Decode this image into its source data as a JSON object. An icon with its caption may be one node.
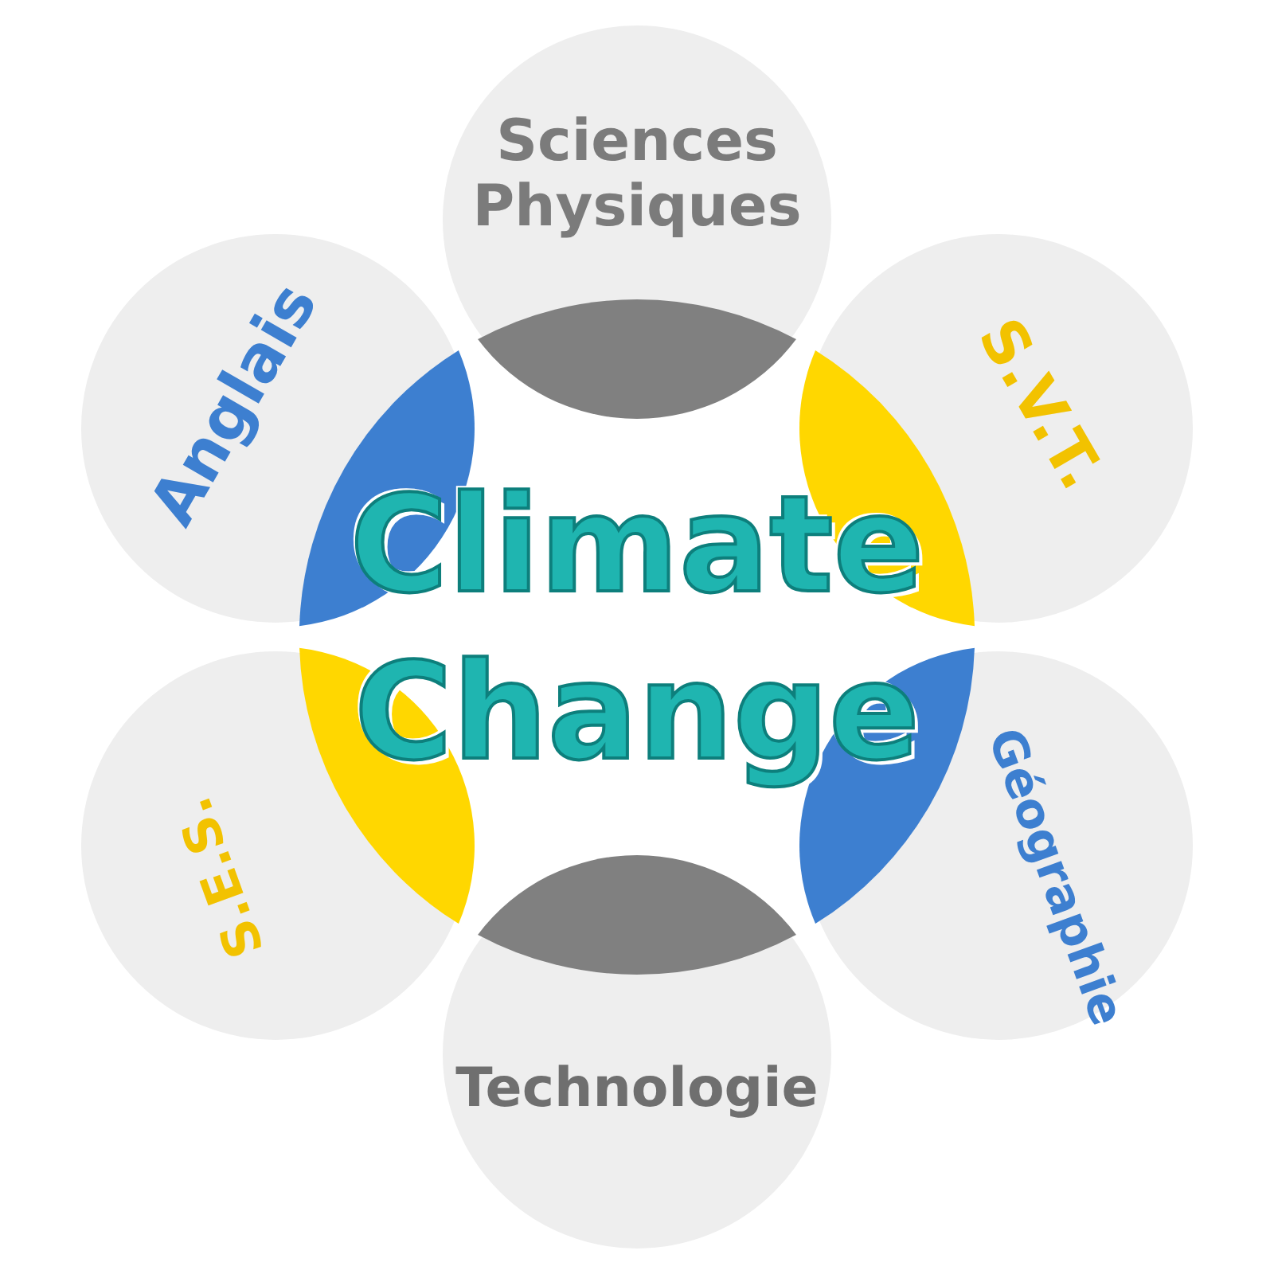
{
  "diagram": {
    "nodes": [
      {
        "text": [
          "Sciences Physiques"
        ]
      },
      {
        "text": [
          "Anglais"
        ]
      },
      {
        "text": [
          "S.V.T."
        ]
      },
      {
        "text": [
          "S.E.S."
        ]
      },
      {
        "text": [
          "Géographie"
        ]
      },
      {
        "text": [
          "Technologie"
        ]
      }
    ],
    "labels": [
      "Climate Change"
    ]
  }
}
